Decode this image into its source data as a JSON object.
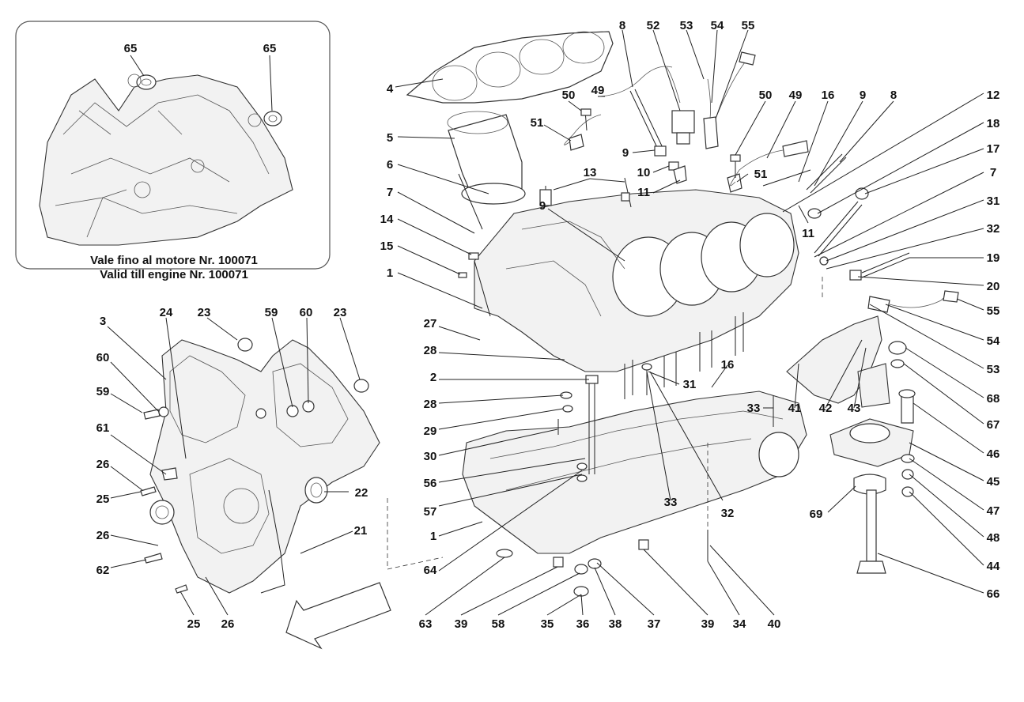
{
  "inset_note": {
    "line1": "Vale fino al motore Nr. 100071",
    "line2": "Valid till engine Nr. 100071"
  },
  "callouts": {
    "c65a": "65",
    "c65b": "65",
    "c3": "3",
    "c24": "24",
    "c23a": "23",
    "c59a": "59",
    "c60a": "60",
    "c23b": "23",
    "c60b": "60",
    "c59b": "59",
    "c61": "61",
    "c26a": "26",
    "c25a": "25",
    "c22": "22",
    "c26b": "26",
    "c21": "21",
    "c62": "62",
    "c25b": "25",
    "c26c": "26",
    "c4": "4",
    "c5": "5",
    "c6": "6",
    "c7a": "7",
    "c14": "14",
    "c15": "15",
    "c1a": "1",
    "c27": "27",
    "c28a": "28",
    "c2": "2",
    "c28b": "28",
    "c29": "29",
    "c30": "30",
    "c56": "56",
    "c57": "57",
    "c1b": "1",
    "c64": "64",
    "c8a": "8",
    "c52": "52",
    "c53a": "53",
    "c54a": "54",
    "c55a": "55",
    "c50a": "50",
    "c49a": "49",
    "c51a": "51",
    "c9a": "9",
    "c10": "10",
    "c11a": "11",
    "c13": "13",
    "c9b": "9",
    "c50b": "50",
    "c49b": "49",
    "c16a": "16",
    "c9c": "9",
    "c8b": "8",
    "c51b": "51",
    "c11b": "11",
    "c12": "12",
    "c18": "18",
    "c17": "17",
    "c7b": "7",
    "c31a": "31",
    "c32a": "32",
    "c19": "19",
    "c20": "20",
    "c55b": "55",
    "c54b": "54",
    "c53b": "53",
    "c68": "68",
    "c67": "67",
    "c46": "46",
    "c45": "45",
    "c47": "47",
    "c48": "48",
    "c44": "44",
    "c66": "66",
    "c69": "69",
    "c16b": "16",
    "c31b": "31",
    "c33a": "33",
    "c41": "41",
    "c42": "42",
    "c43": "43",
    "c33b": "33",
    "c32b": "32",
    "c63": "63",
    "c39a": "39",
    "c58": "58",
    "c35": "35",
    "c36": "36",
    "c38": "38",
    "c37": "37",
    "c39b": "39",
    "c34": "34",
    "c40": "40"
  }
}
